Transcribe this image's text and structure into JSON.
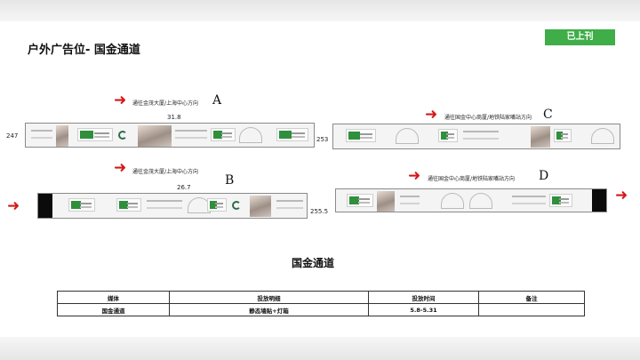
{
  "slide": {
    "title": "户外广告位- 国金通道",
    "status_badge": "已上刊",
    "section_title": "国金通道"
  },
  "colors": {
    "badge": "#3fae49",
    "arrow": "#d41818"
  },
  "panels": {
    "a": {
      "letter": "A",
      "direction": "通往金茂大厦/上海中心方向",
      "width_label": "31.8",
      "left_height": "247",
      "right_height": "253"
    },
    "b": {
      "letter": "B",
      "direction": "通往金茂大厦/上海中心方向",
      "width_label": "26.7",
      "right_height": "255.5"
    },
    "c": {
      "letter": "C",
      "direction": "通往国金中心商厦/地铁陆家嘴站方向"
    },
    "d": {
      "letter": "D",
      "direction": "通往国金中心商厦/地铁陆家嘴站方向"
    }
  },
  "table": {
    "headers": [
      "媒体",
      "投放明细",
      "投放时间",
      "备注"
    ],
    "rows": [
      [
        "国金通道",
        "静态墙贴+灯箱",
        "5.8-5.31",
        ""
      ]
    ]
  }
}
